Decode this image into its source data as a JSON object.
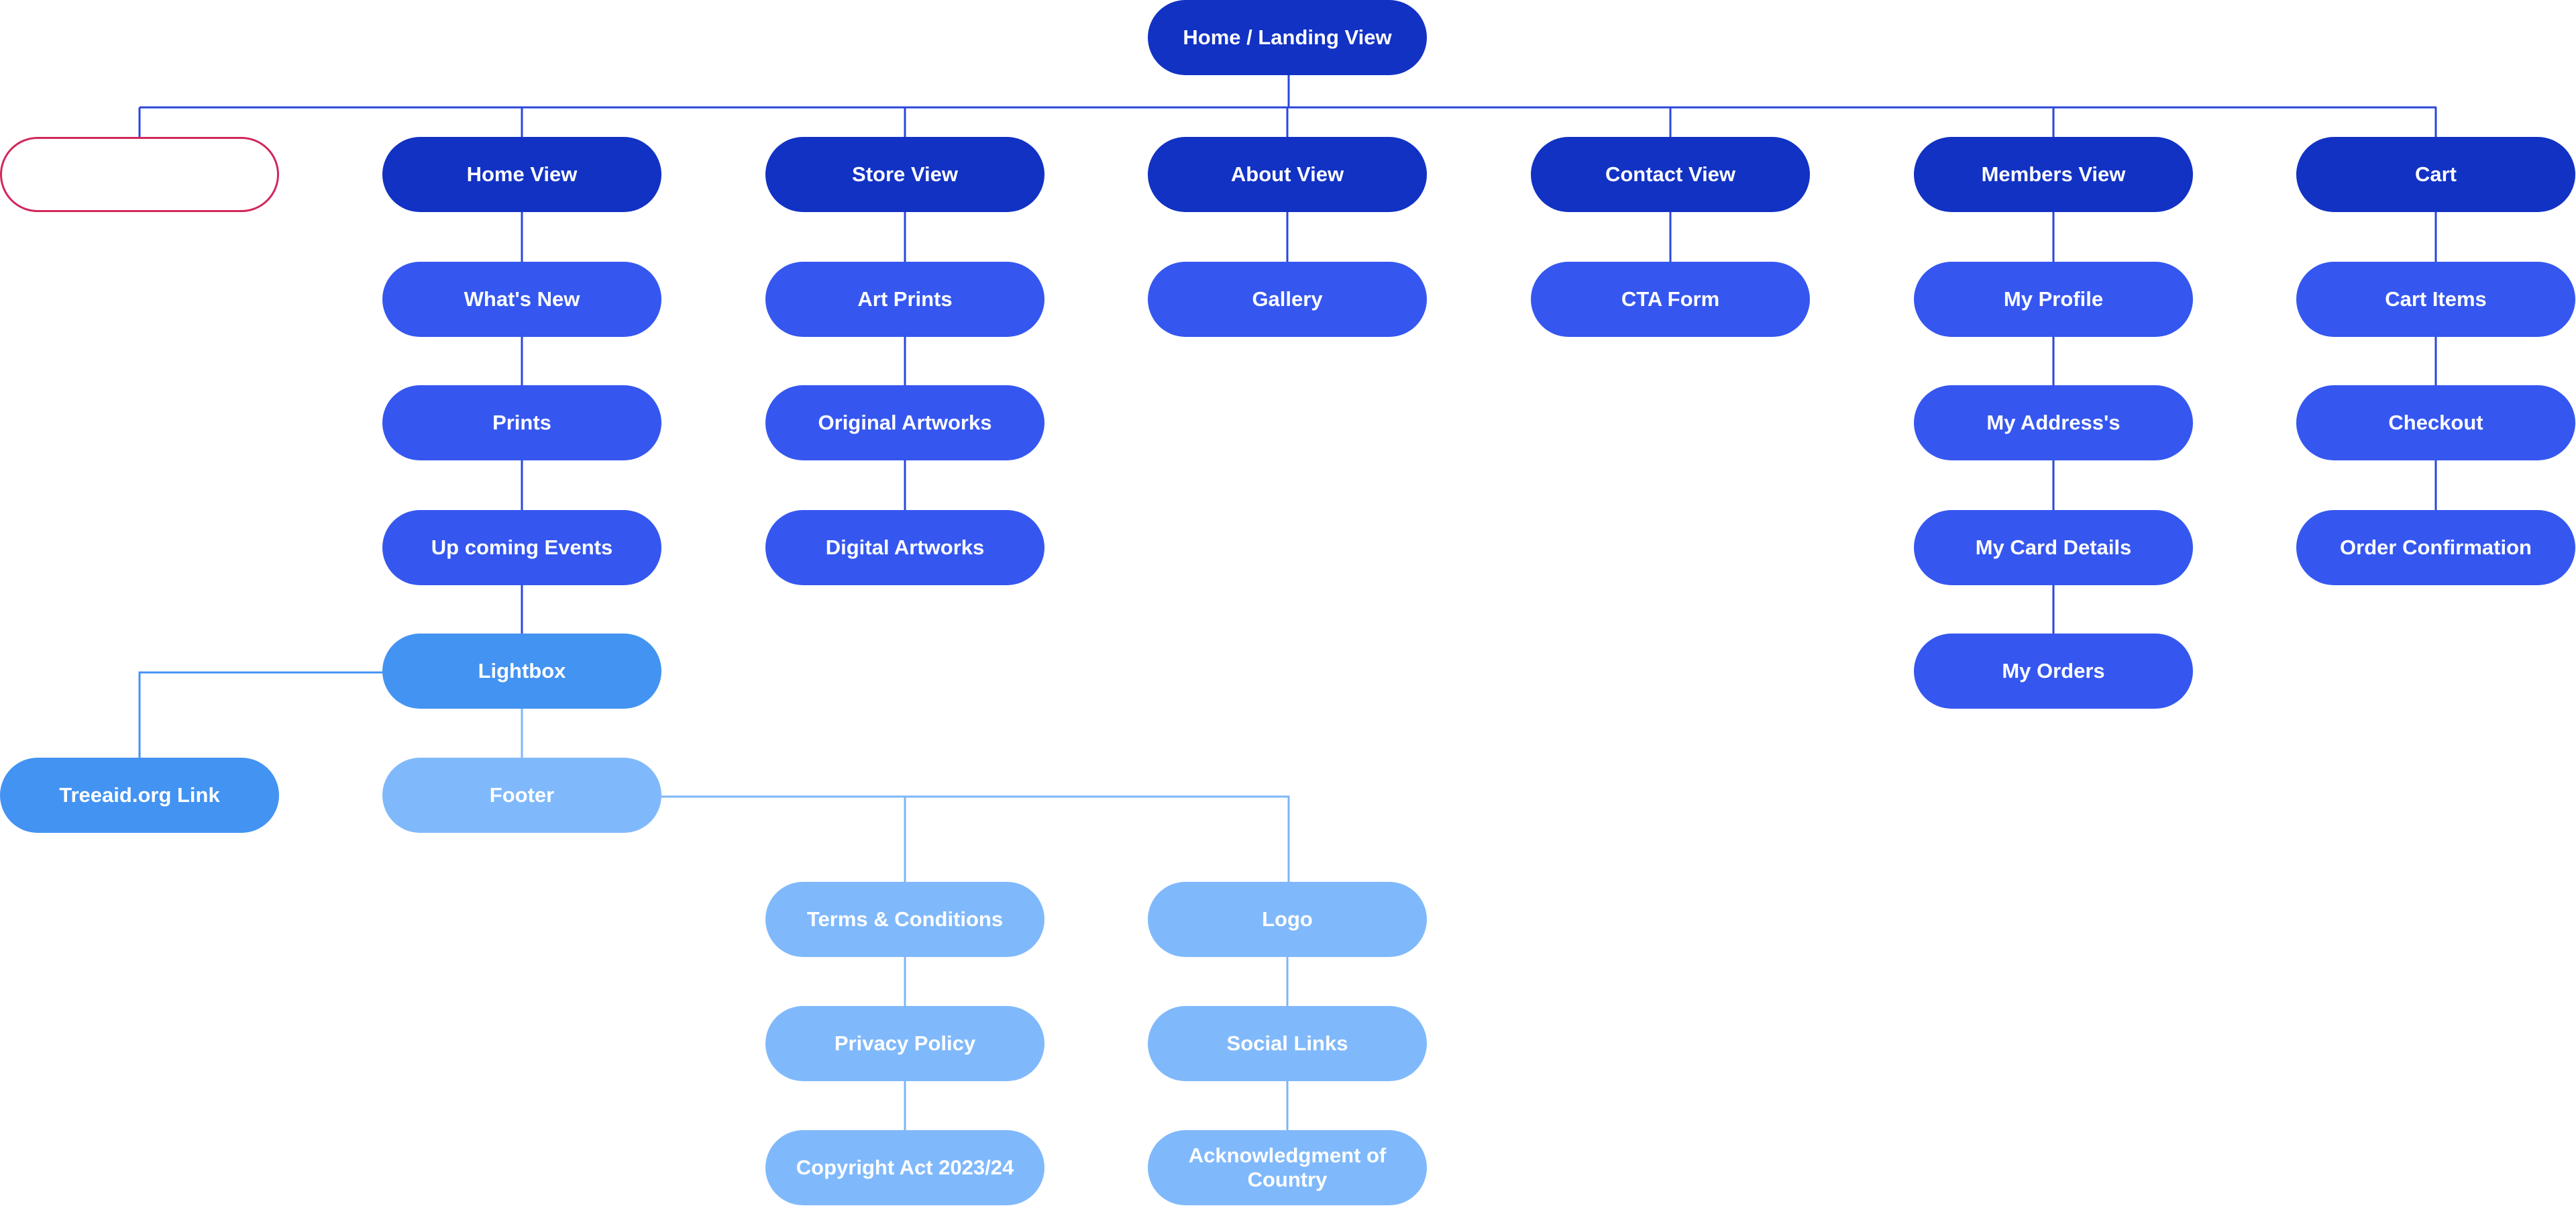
{
  "colors": {
    "root": "#1232c4",
    "section": "#1232c4",
    "page": "#3557f0",
    "lightbox": "#4393f2",
    "footer": "#80b9fb",
    "line_dark": "#2a47d8",
    "line_light": "#7db6fa",
    "empty_outline": "#d1285a"
  },
  "root": {
    "label": "Home / Landing View"
  },
  "sections": {
    "home": "Home View",
    "store": "Store View",
    "about": "About View",
    "contact": "Contact View",
    "members": "Members View",
    "cart": "Cart"
  },
  "empty_node": {
    "label": ""
  },
  "home_children": [
    "What's New",
    "Prints",
    "Up coming Events",
    "Lightbox",
    "Footer"
  ],
  "treeaid_link": "Treeaid.org Link",
  "store_children": [
    "Art Prints",
    "Original Artworks",
    "Digital Artworks"
  ],
  "about_children": [
    "Gallery"
  ],
  "contact_children": [
    "CTA Form"
  ],
  "members_children": [
    "My Profile",
    "My Address's",
    "My Card Details",
    "My Orders"
  ],
  "cart_children": [
    "Cart Items",
    "Checkout",
    "Order Confirmation"
  ],
  "footer_left": [
    "Terms & Conditions",
    "Privacy Policy",
    "Copyright Act 2023/24"
  ],
  "footer_right": [
    "Logo",
    "Social Links",
    "Acknowledgment of Country"
  ]
}
